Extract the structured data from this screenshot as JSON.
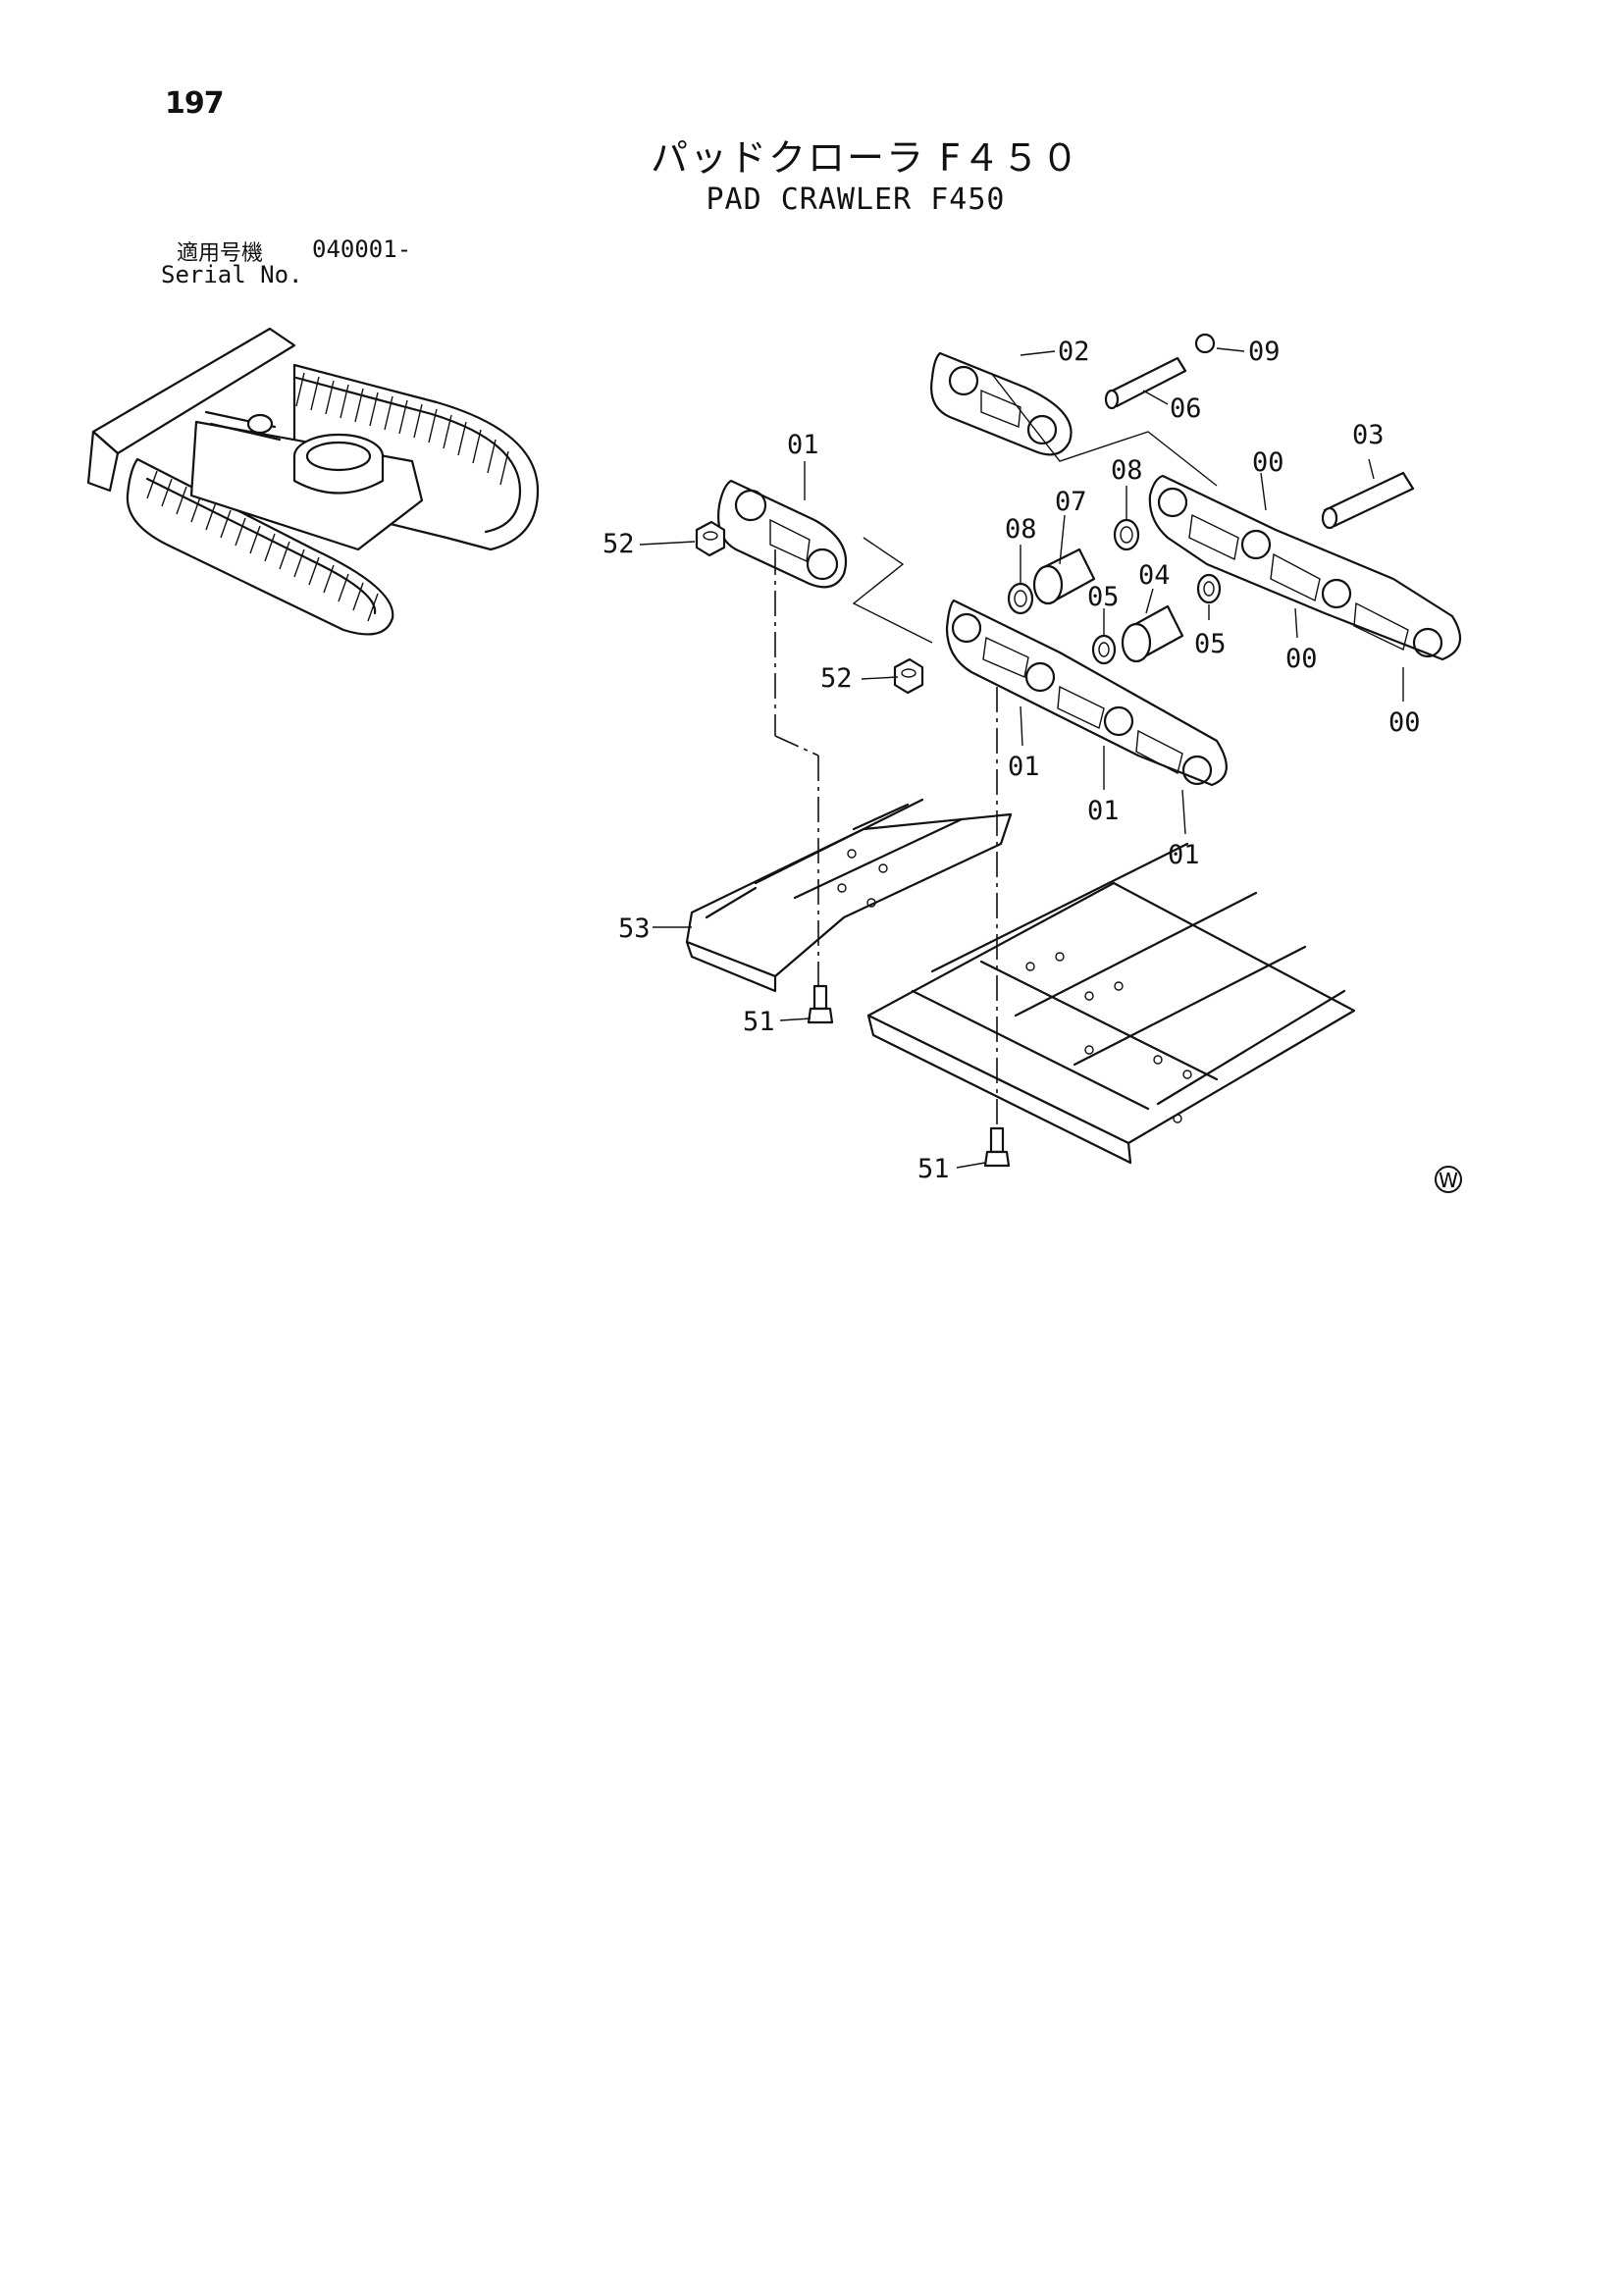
{
  "page": {
    "number": "197",
    "title_jp": "パッドクローラ F４５０",
    "title_en": "PAD CRAWLER F450",
    "serial_label_jp": "適用号機",
    "serial_label_en": "Serial No.",
    "serial_value": "040001-"
  },
  "callouts": {
    "c02": "02",
    "c09": "09",
    "c06": "06",
    "c03": "03",
    "c01_top": "01",
    "c08_right": "08",
    "c00_top": "00",
    "c52_left": "52",
    "c08_left": "08",
    "c07": "07",
    "c04": "04",
    "c05_mid": "05",
    "c05_right": "05",
    "c00_mid": "00",
    "c00_bottom": "00",
    "c52_mid": "52",
    "c01_a": "01",
    "c01_b": "01",
    "c01_c": "01",
    "c53": "53",
    "c51_left": "51",
    "c51_right": "51"
  },
  "watermark": "W",
  "icons": [
    "excavator-illustration",
    "track-link",
    "pin",
    "bushing",
    "seal-ring",
    "nut",
    "bolt",
    "track-pad"
  ]
}
